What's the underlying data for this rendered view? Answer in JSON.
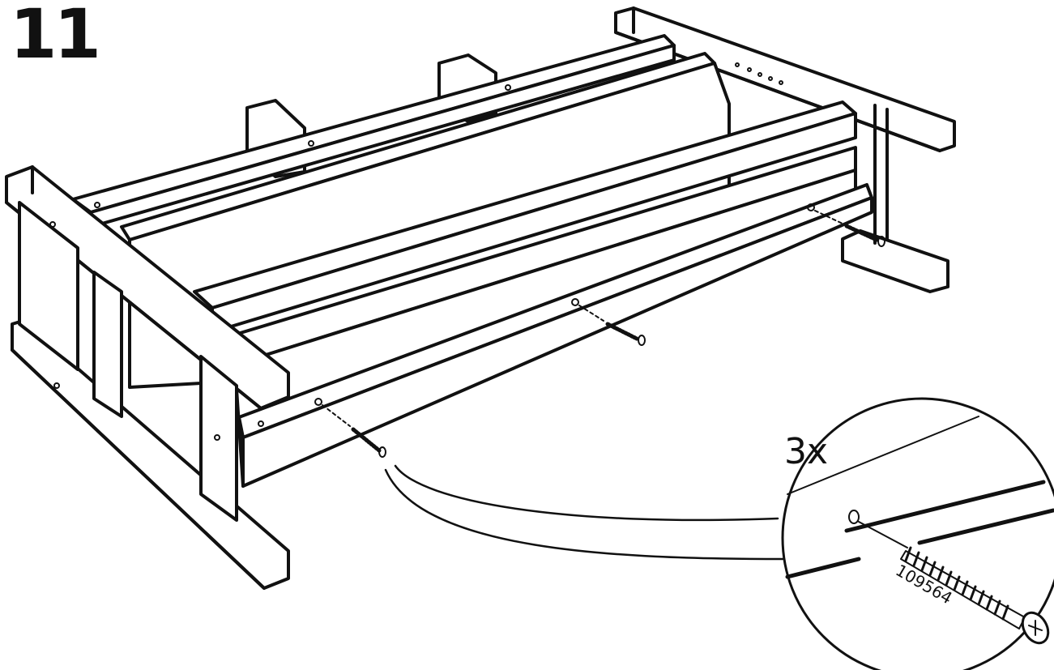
{
  "step": {
    "number": "11"
  },
  "detail": {
    "quantity": "3x",
    "part_number": "109564"
  },
  "colors": {
    "ink": "#111111",
    "paper": "#ffffff"
  },
  "icons": [
    "screw-icon",
    "screw-hole-icon"
  ]
}
